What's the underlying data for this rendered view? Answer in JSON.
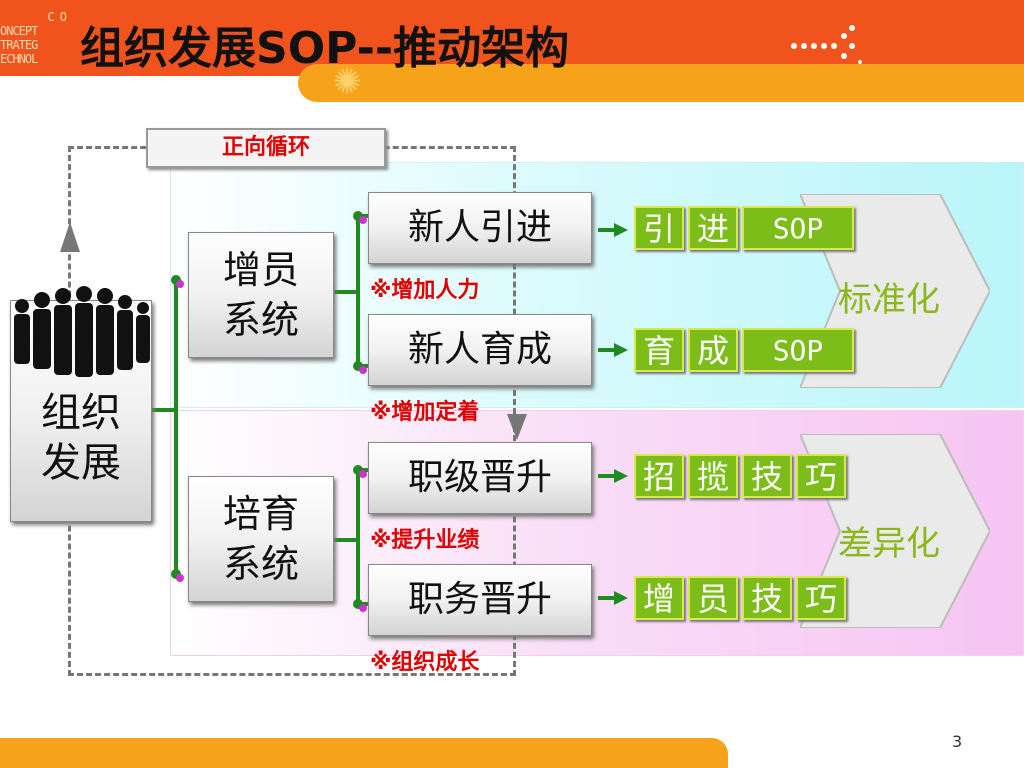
{
  "header": {
    "title": "组织发展SOP--推动架构",
    "logo_lines": [
      "C O",
      "ONCEPT",
      "TRATEG",
      "ECHNOL"
    ]
  },
  "diagram": {
    "loop_label": "正向循环",
    "root": "组织发展",
    "systems": [
      {
        "label": "增员系统",
        "items": [
          {
            "label": "新人引进",
            "note": "※增加人力",
            "tags": [
              "引",
              "进",
              "SOP"
            ]
          },
          {
            "label": "新人育成",
            "note": "※增加定着",
            "tags": [
              "育",
              "成",
              "SOP"
            ]
          }
        ],
        "outcome": "标准化"
      },
      {
        "label": "培育系统",
        "items": [
          {
            "label": "职级晋升",
            "note": "※提升业绩",
            "tags": [
              "招",
              "揽",
              "技",
              "巧"
            ]
          },
          {
            "label": "职务晋升",
            "note": "※组织成长",
            "tags": [
              "增",
              "员",
              "技",
              "巧"
            ]
          }
        ],
        "outcome": "差异化"
      }
    ]
  },
  "colors": {
    "header_red": "#f0541c",
    "header_orange": "#f7a21b",
    "tag_green": "#7cbd19",
    "note_red": "#e00000",
    "connector_green": "#1f8a1f",
    "dot_magenta": "#cc33cc"
  },
  "footer": {
    "page_number": "3"
  }
}
